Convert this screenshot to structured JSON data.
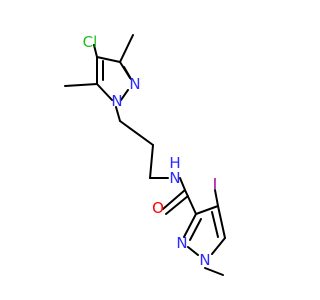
{
  "atoms": {
    "cl": "Cl",
    "n_pz1_2": "N",
    "n_pz1_1": "N",
    "n_amide": "N",
    "h_amide": "H",
    "o_amide": "O",
    "i": "I",
    "n_pz2_2": "N",
    "n_pz2_1": "N"
  },
  "colors": {
    "bond": "#000000",
    "carbon": "#000000",
    "nitrogen": "#2b2bff",
    "oxygen": "#ff0000",
    "chlorine": "#1fc01f",
    "iodine": "#a000a0"
  }
}
